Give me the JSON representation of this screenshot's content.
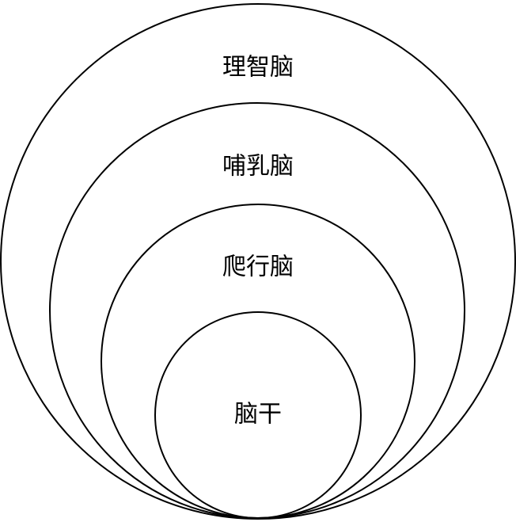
{
  "diagram": {
    "rings": [
      {
        "label": "理智脑"
      },
      {
        "label": "哺乳脑"
      },
      {
        "label": "爬行脑"
      },
      {
        "label": "脑干"
      }
    ],
    "colors": {
      "stroke": "#000000",
      "text": "#000000",
      "background": "#ffffff"
    }
  }
}
